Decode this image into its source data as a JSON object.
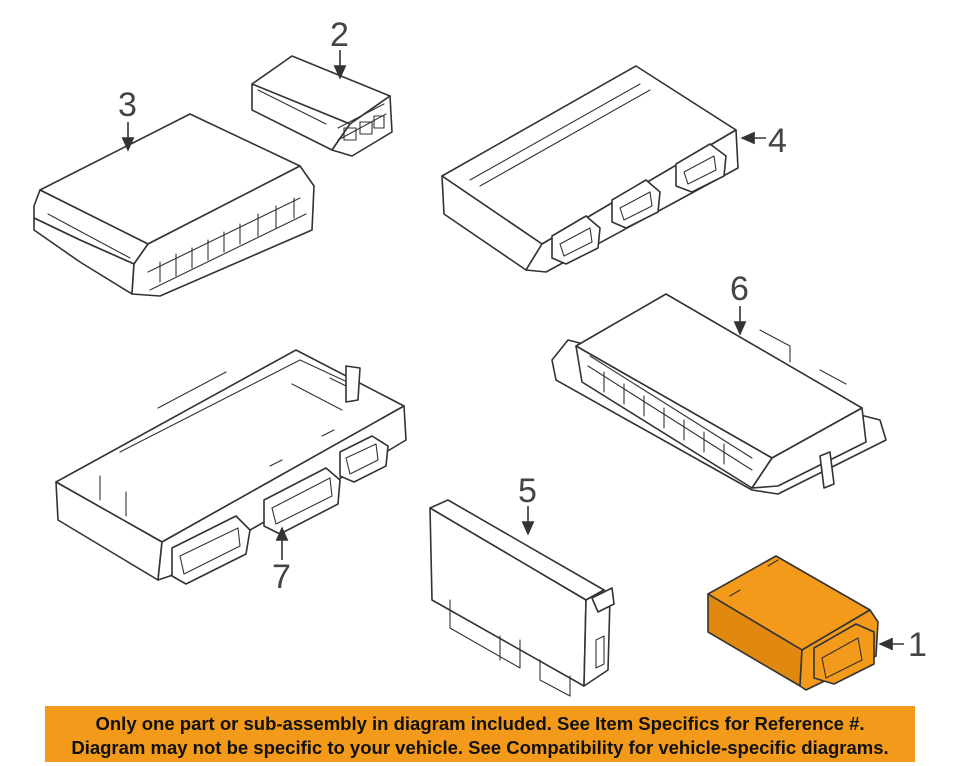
{
  "callouts": {
    "c1": "1",
    "c2": "2",
    "c3": "3",
    "c4": "4",
    "c5": "5",
    "c6": "6",
    "c7": "7"
  },
  "highlight_color": "#f39a1a",
  "notice": {
    "line1": "Only one part or sub-assembly in diagram included. See Item Specifics for Reference #.",
    "line2": "Diagram may not be specific to your vehicle. See Compatibility for vehicle-specific diagrams."
  }
}
